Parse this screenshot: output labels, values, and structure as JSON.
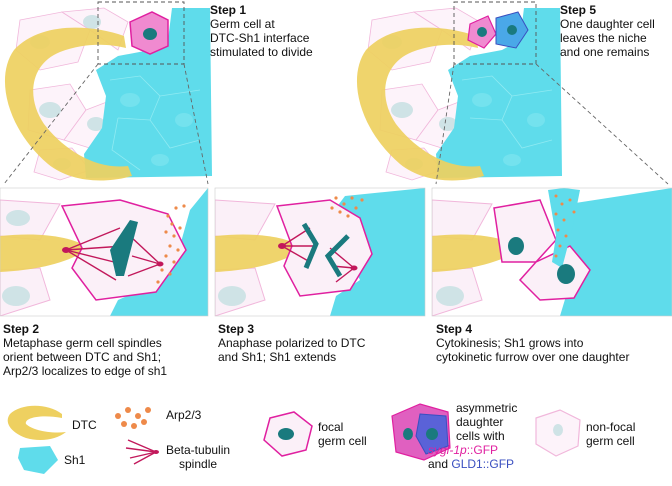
{
  "steps": {
    "s1": {
      "title": "Step 1",
      "lines": [
        "Germ cell at",
        "DTC-Sh1 interface",
        "stimulated to divide"
      ]
    },
    "s5": {
      "title": "Step 5",
      "lines": [
        "One daughter cell",
        "leaves the niche",
        "and one remains"
      ]
    },
    "s2": {
      "title": "Step 2",
      "lines": [
        "Metaphase germ cell spindles",
        "orient between DTC and Sh1;",
        "Arp2/3 localizes to edge of sh1"
      ]
    },
    "s3": {
      "title": "Step 3",
      "lines": [
        "Anaphase polarized to DTC",
        "and Sh1; Sh1 extends"
      ]
    },
    "s4": {
      "title": "Step 4",
      "lines": [
        "Cytokinesis; Sh1 grows into",
        "cytokinetic furrow over one daughter"
      ]
    }
  },
  "legend": {
    "dtc": "DTC",
    "sh1": "Sh1",
    "arp": "Arp2/3",
    "tub1": "Beta-tubulin",
    "tub2": "spindle",
    "focal1": "focal",
    "focal2": "germ cell",
    "asym1": "asymmetric",
    "asym2": "daughter",
    "asym3": "cells with",
    "asym4_a": "sygl-1p",
    "asym4_b": "::GFP",
    "asym5_a": "and ",
    "asym5_b": "GLD1::GFP",
    "nonfocal1": "non-focal",
    "nonfocal2": "germ cell"
  },
  "colors": {
    "dtc": "#eed060",
    "sh1": "#5fdceb",
    "magenta": "#e020a0",
    "teal": "#1a7a7e",
    "arp": "#ee8a4a",
    "gld1": "#3a4fc0"
  }
}
